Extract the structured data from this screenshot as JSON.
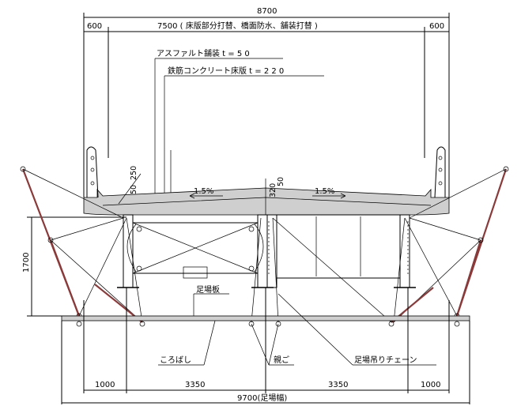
{
  "dimensions": {
    "total_width": "8700",
    "left_curb": "600",
    "carriageway": "7500 ( 床版部分打替、橋面防水、舗装打替 )",
    "right_curb": "600",
    "scaffold_height": "1700",
    "bottom_left": "1000",
    "bottom_mid_left": "3350",
    "bottom_mid_right": "3350",
    "bottom_right": "1000",
    "scaffold_width": "9700(足場幅)",
    "curb_dim_a": "250",
    "curb_dim_b": "50",
    "center_dim_a": "50",
    "center_dim_b": "320"
  },
  "labels": {
    "asphalt": "アスファルト舗装 t = 5 0",
    "slab": "鉄筋コンクリート床版 t = 2 2 0",
    "slope_left": "1.5%",
    "slope_right": "1.5%",
    "scaffold_board": "足場板",
    "roller": "ころばし",
    "parent_hook": "親ご",
    "chain": "足場吊りチェーン"
  }
}
